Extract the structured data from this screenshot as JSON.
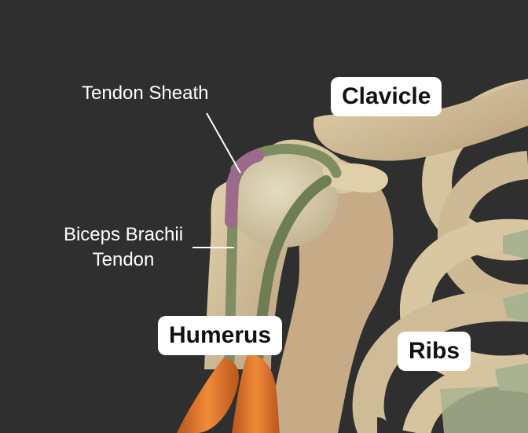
{
  "figure": {
    "subject": "Shoulder anatomy",
    "background_color": "#2f2f2f"
  },
  "labels": {
    "tendon_sheath": "Tendon Sheath",
    "biceps_line1": "Biceps Brachii",
    "biceps_line2": "Tendon",
    "clavicle": "Clavicle",
    "humerus": "Humerus",
    "ribs": "Ribs"
  },
  "colors": {
    "bone": "#d9c9a3",
    "bone_shadow": "#b9a27f",
    "tendon": "#7e8d62",
    "sheath": "#9c6a8c",
    "muscle": "#d9722a",
    "cartilage": "#a9b38f",
    "label_bg": "#ffffff",
    "leader_line": "#ffffff"
  }
}
